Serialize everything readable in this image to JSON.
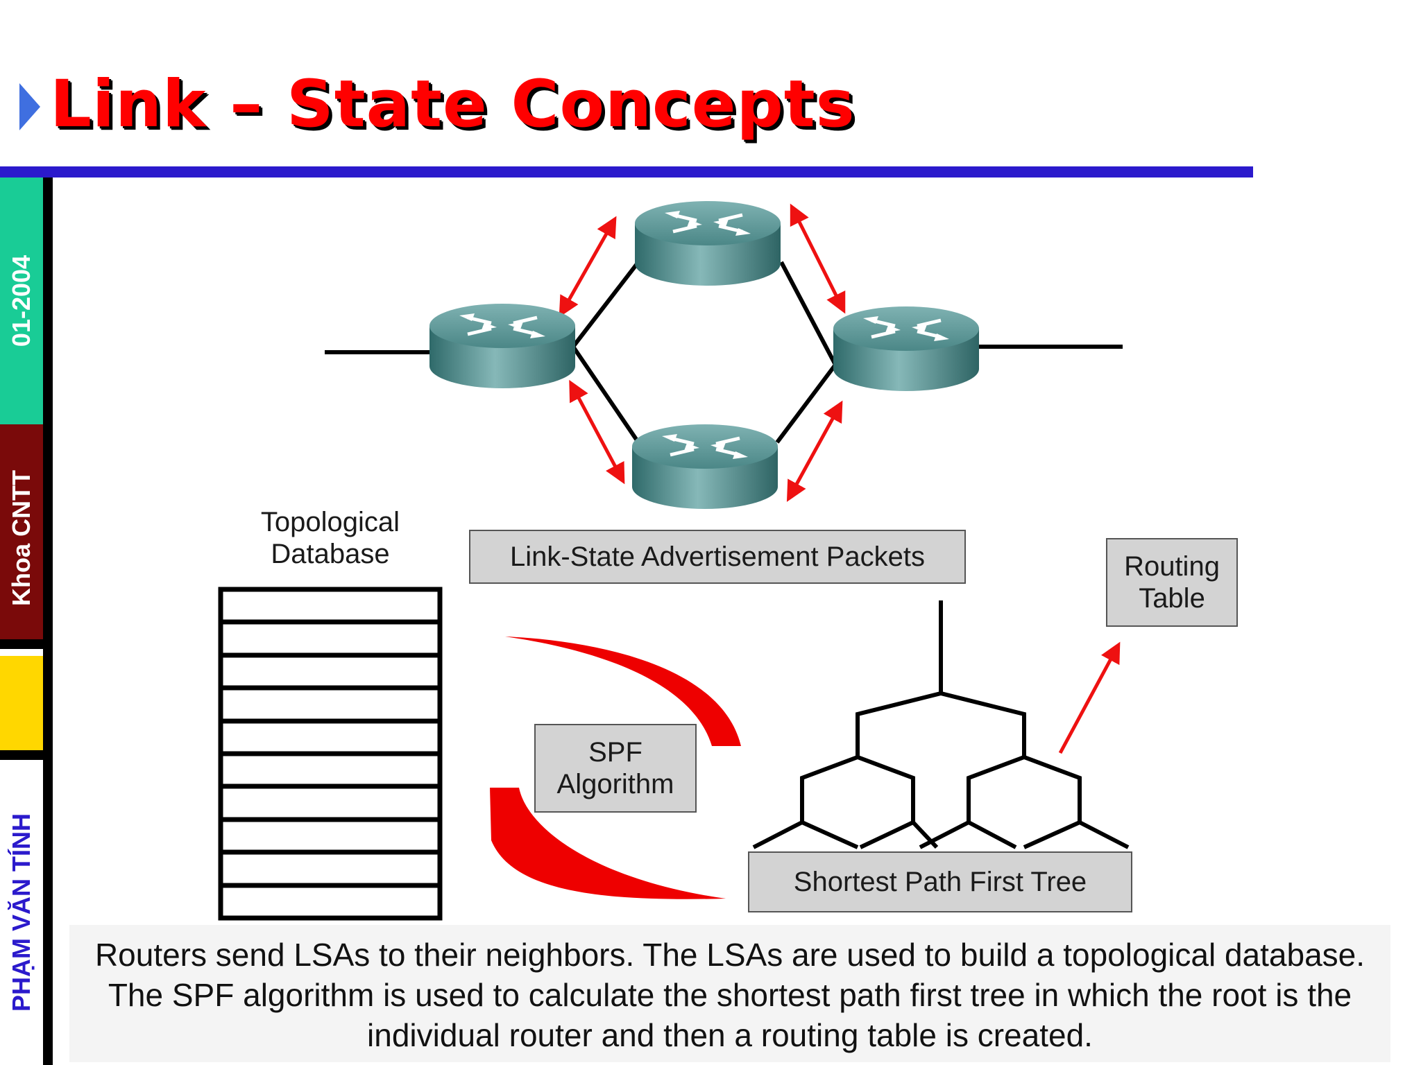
{
  "title": "Link – State Concepts",
  "sidebar": {
    "date": "01-2004",
    "department": "Khoa CNTT",
    "author": "PHẠM VĂN TÍNH"
  },
  "diagram": {
    "lsa_label": "Link-State Advertisement Packets",
    "topo_label": "Topological\nDatabase",
    "spf_label": "SPF\nAlgorithm",
    "routing_label": "Routing\nTable",
    "tree_label": "Shortest Path First Tree",
    "routers": [
      "router-left",
      "router-top",
      "router-right",
      "router-bottom"
    ]
  },
  "caption": "Routers send LSAs to their neighbors. The LSAs are used to build a topological database. The SPF algorithm is used to calculate the shortest path first tree in which the root is the individual router and then a routing table is created.",
  "colors": {
    "title": "#ff0000",
    "rule": "#2b1acc",
    "sidebar_green": "#19cc96",
    "sidebar_maroon": "#7a0a0a",
    "sidebar_yellow": "#ffd700",
    "sidebar_author": "#2b1acc",
    "arrow": "#ee1111",
    "router": "#4f8c8c"
  }
}
